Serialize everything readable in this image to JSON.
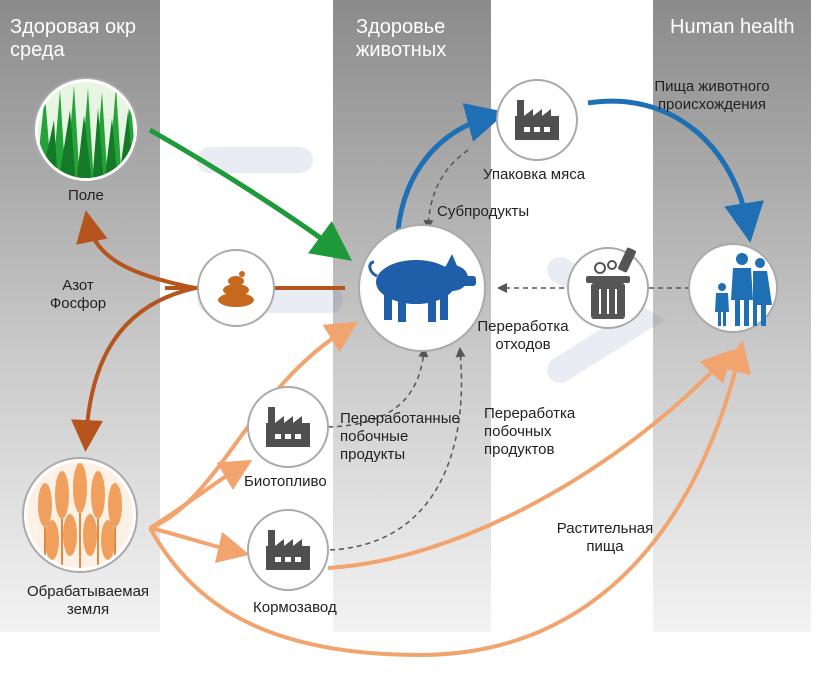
{
  "columns": {
    "environment": "Здоровая окр\nсреда",
    "animal": "Здоровье\nживотных",
    "human": "Human health"
  },
  "labels": {
    "field": "Поле",
    "nitrogen_phosphorus": "Азот\nФосфор",
    "arable_land": "Обрабатываемая\nземля",
    "meat_packing": "Упаковка мяса",
    "offal": "Субпродукты",
    "animal_food": "Пища животного\nпроисхождения",
    "waste_processing": "Переработка\nотходов",
    "processed_byproducts": "Переработанные\nпобочные\nпродукты",
    "byproduct_processing": "Переработка\nпобочных\nпродуктов",
    "biofuel": "Биотопливо",
    "feed_mill": "Кормозавод",
    "plant_food": "Растительная\nпища"
  },
  "icons": {
    "grass": "grass-icon",
    "manure": "manure-icon",
    "wheat": "wheat-icon",
    "pig": "pig-icon",
    "factory": "factory-icon",
    "trash": "trash-bin-icon",
    "family": "family-icon"
  },
  "colors": {
    "green_flow": "#1f9a3a",
    "blue_flow": "#1f6fb5",
    "dark_orange_flow": "#b5541d",
    "light_orange_flow": "#f2a46e",
    "dashed_flow": "#555555",
    "pig": "#1f5ea8",
    "factory": "#4f4f4f"
  }
}
